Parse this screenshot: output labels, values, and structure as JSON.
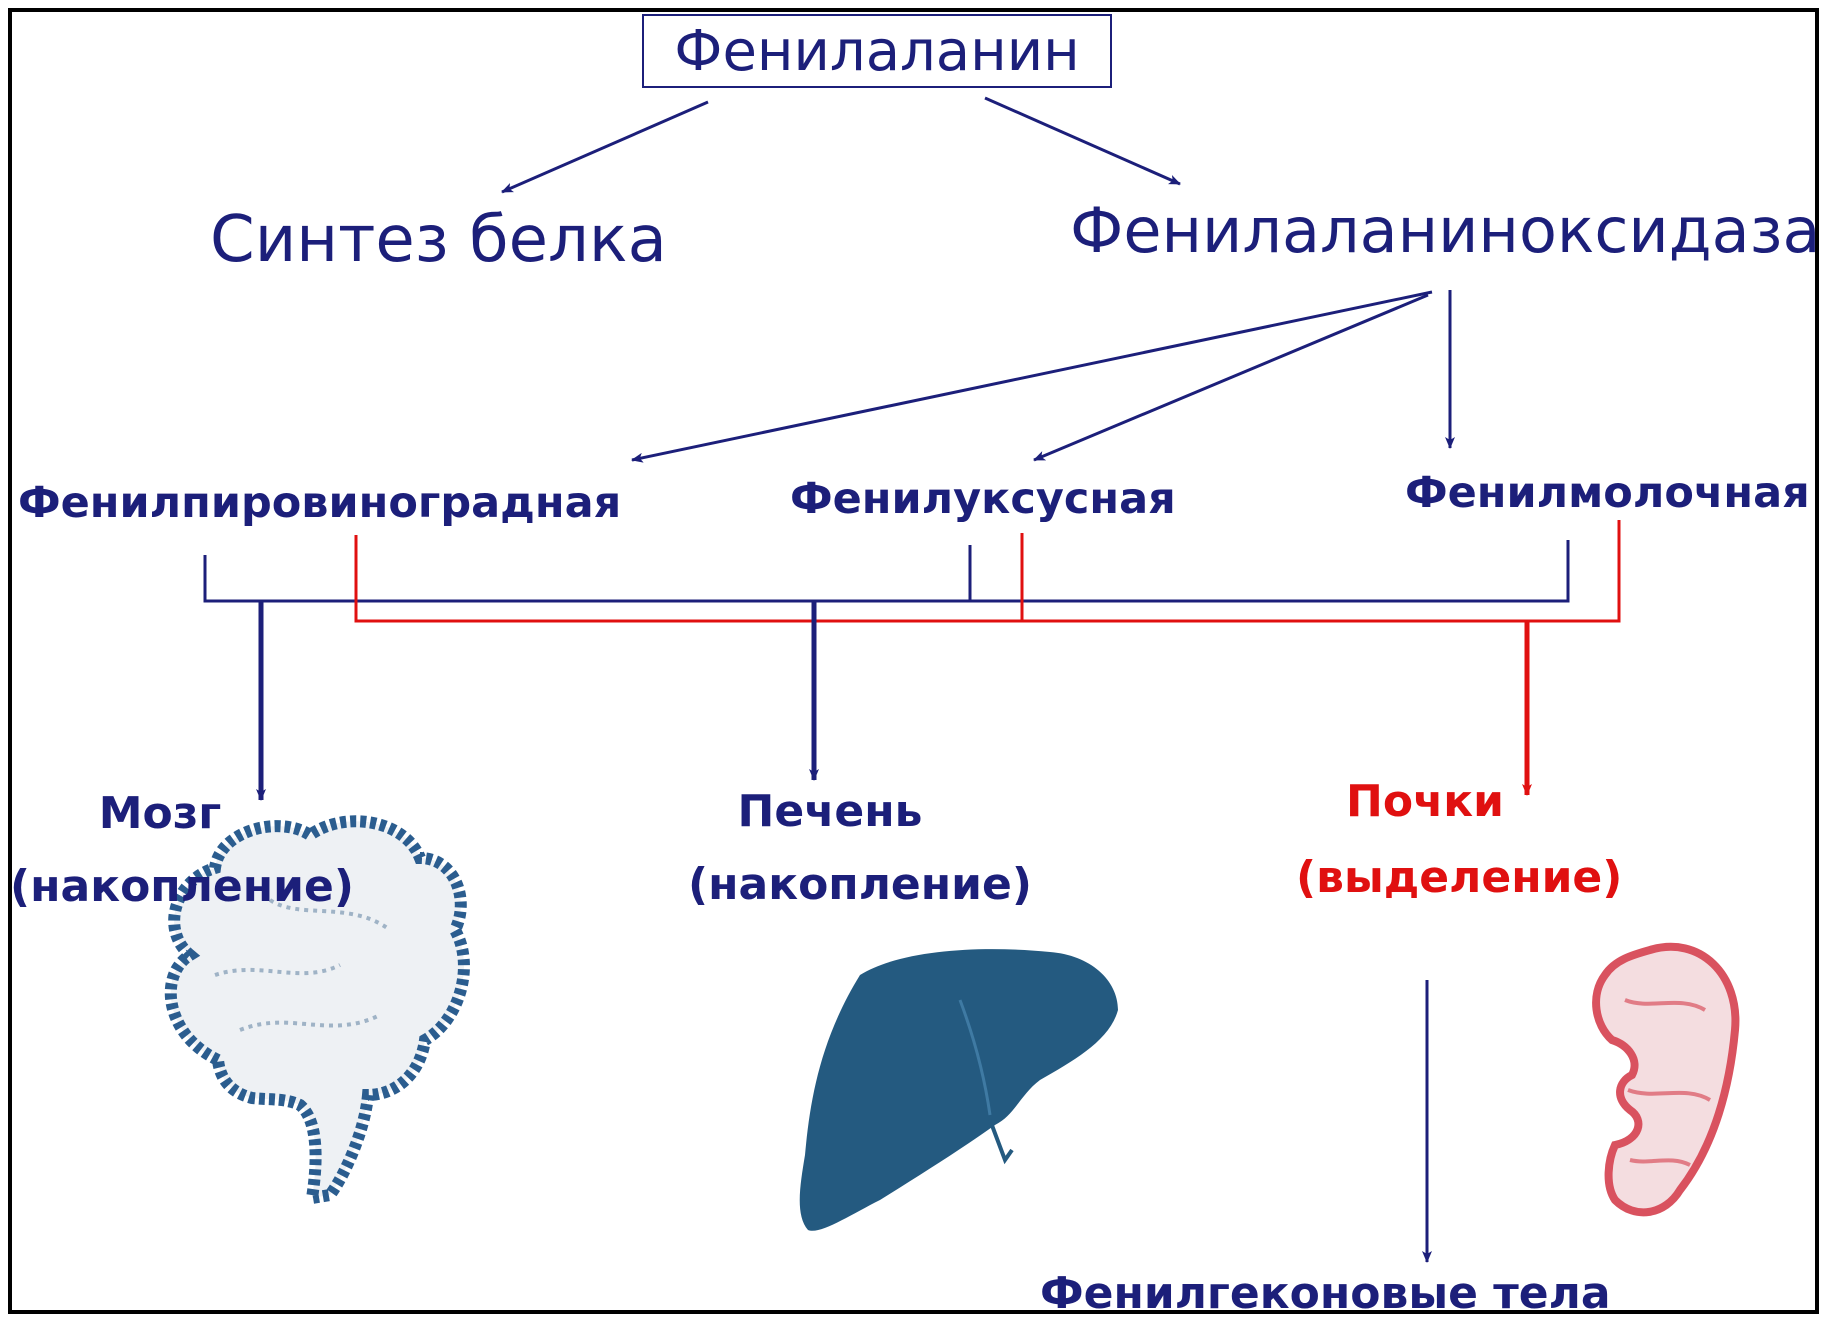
{
  "nodes": {
    "phenylalanine": "Фенилаланин",
    "protein_synthesis": "Синтез белка",
    "phenylalanine_oxidase": "Фенилаланиноксидаза",
    "phenylpyruvic": "Фенилпировиноградная",
    "phenylacetic": "Фенилуксусная",
    "phenyllactic": "Фенилмолочная",
    "brain_name": "Мозг",
    "brain_note": "(накопление)",
    "liver_name": "Печень",
    "liver_note": "(накопление)",
    "kidneys_name": "Почки",
    "kidneys_note": "(выделение)",
    "ketone_bodies": "Фенилгеконовые тела"
  },
  "colors": {
    "navy": "#1c1f7a",
    "red": "#e01010",
    "brain": "#2b5d8f",
    "liver": "#245a80",
    "kidney": "#d9525f"
  },
  "icons": [
    "brain-illustration",
    "liver-illustration",
    "kidney-illustration"
  ]
}
